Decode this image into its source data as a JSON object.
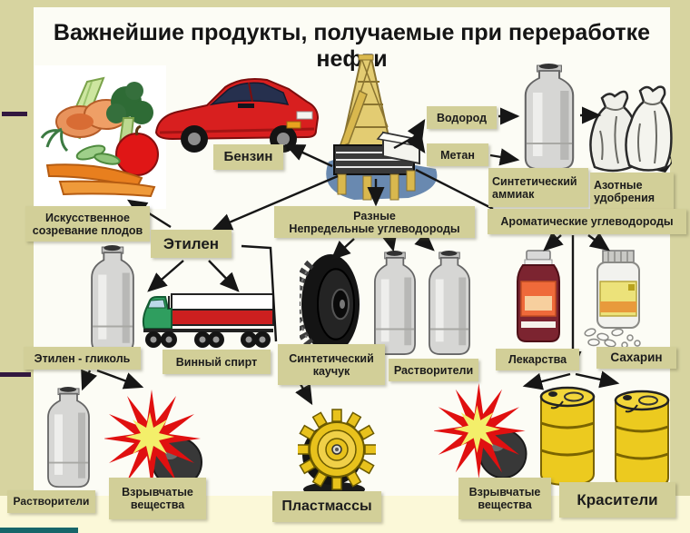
{
  "slide": {
    "title": "Важнейшие продукты, получаемые при переработке нефти"
  },
  "labels": {
    "benzin": "Бензин",
    "vodorod": "Водород",
    "metan": "Метан",
    "sint_ammiak": "Синтетический аммиак",
    "azot_udobreniya": "Азотные удобрения",
    "isk_sozrevanie": "Искусственное созревание плодов",
    "etilen": "Этилен",
    "raznye_nepredelnye": "Разные\nНепредельные  углеводороды",
    "aromaticheskie": "Ароматические углеводороды",
    "etilen_glikol": "Этилен - гликоль",
    "vinnyi_spirt": "Винный спирт",
    "sint_kauchuk": "Синтетический каучук",
    "rastvoriteli_mid": "Растворители",
    "lekarstva": "Лекарства",
    "saharin": "Сахарин",
    "rastvoriteli_bottom": "Растворители",
    "vzryvchatye_1": "Взрывчатые вещества",
    "plastmassy": "Пластмассы",
    "vzryvchatye_2": "Взрывчатые вещества",
    "krasiteli": "Красители"
  },
  "images": {
    "vegetables": "fruits-and-vegetables-clipart",
    "car": "red-sports-car",
    "derrick": "oil-derrick",
    "ammonia_bottle": "gray-chemical-bottle",
    "sacks": "fertilizer-sacks",
    "glycol_bottle": "gray-chemical-bottle",
    "truck": "tanker-truck",
    "tire": "rubber-tire",
    "solvent_bottles": "two-gray-bottles",
    "medicine_bottle": "medicine-bottle",
    "pill_bottle": "pill-bottle-with-pills",
    "solvent_bottle_bottom": "gray-chemical-bottle",
    "explosion_left": "bomb-explosion",
    "gear": "yellow-plastic-gear",
    "explosion_right": "bomb-explosion",
    "barrels": "two-yellow-barrels"
  },
  "colors": {
    "frame": "#d7d4a0",
    "panel": "#fcfcf5",
    "label_bg": "#d2cf98",
    "bottom_strip": "#fbf8d8",
    "title_text": "#141414",
    "arrow": "#161616",
    "accent_purple": "#32183f",
    "accent_teal": "#17666a"
  }
}
